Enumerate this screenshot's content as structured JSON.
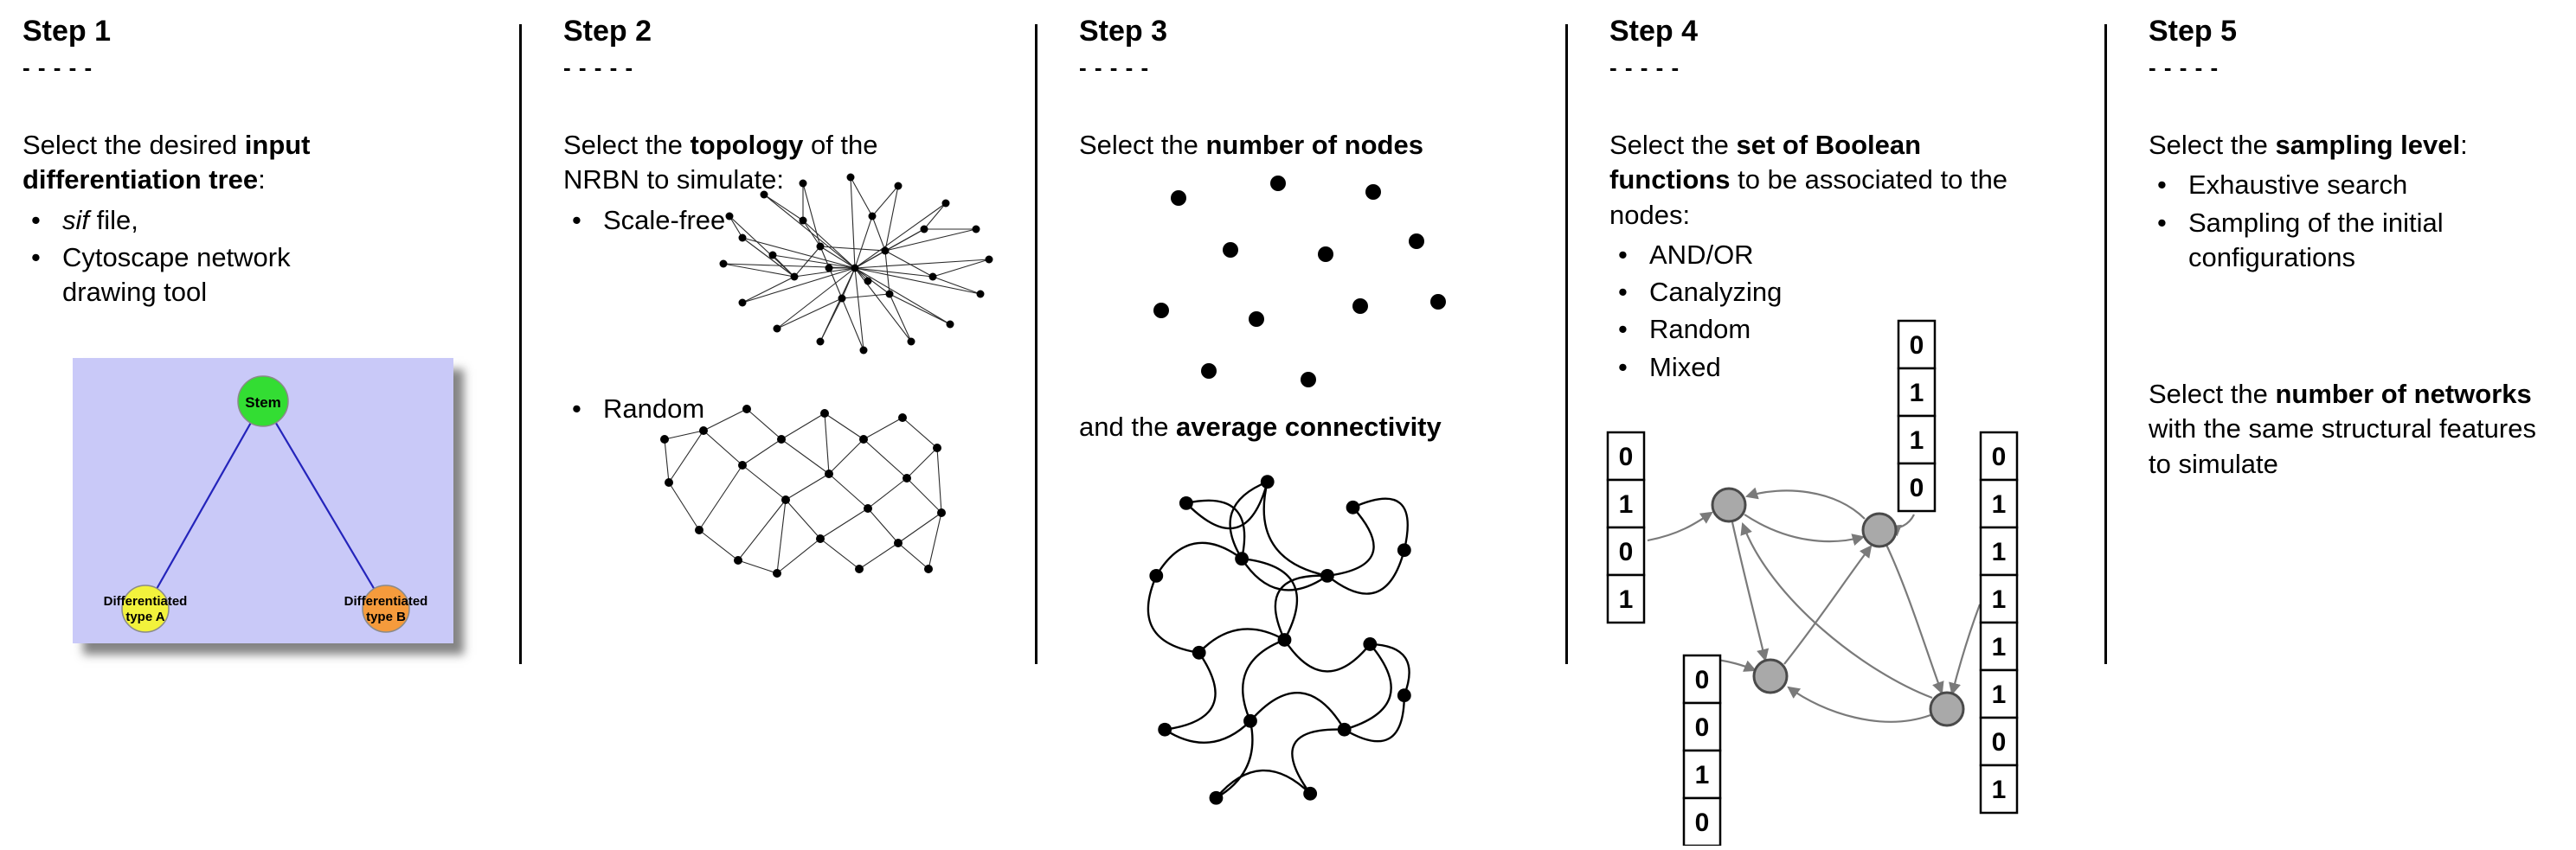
{
  "steps": [
    {
      "title": "Step 1",
      "dashes": "- - - - -",
      "intro_pre": "Select the desired ",
      "intro_bold": "input differentiation tree",
      "intro_post": ":",
      "bullets": {
        "item1_italic": "sif",
        "item1_rest": " file,",
        "item2": "Cytoscape network drawing tool"
      },
      "graphic": {
        "name": "differentiation-tree",
        "background": "#c9c9f8",
        "edge_color": "#2424bb",
        "stem": {
          "label": "Stem",
          "color": "#33dd33"
        },
        "type_a": {
          "label_line1": "Differentiated",
          "label_line2": "type A",
          "color": "#f2f23c"
        },
        "type_b": {
          "label_line1": "Differentiated",
          "label_line2": "type B",
          "color": "#f59b3c"
        }
      }
    },
    {
      "title": "Step 2",
      "dashes": "- - - - -",
      "intro_pre": "Select the ",
      "intro_bold": "topology",
      "intro_post": " of the NRBN to simulate:",
      "bullets": {
        "item1": "Scale-free",
        "item2": "Random"
      }
    },
    {
      "title": "Step 3",
      "dashes": "- - - - -",
      "intro_pre": "Select the ",
      "intro_bold": "number of nodes",
      "second_pre": "and the ",
      "second_bold": "average connectivity"
    },
    {
      "title": "Step 4",
      "dashes": "- - - - -",
      "intro_pre": "Select the ",
      "intro_bold": "set of Boolean functions",
      "intro_post": " to be associated to the nodes:",
      "bullets": {
        "item1": "AND/OR",
        "item2": "Canalyzing",
        "item3": "Random",
        "item4": "Mixed"
      },
      "graphic": {
        "name": "boolean-network",
        "node_color": "#a9a9a9",
        "edge_color": "#7a7a7a",
        "truth_tables": {
          "left": [
            "0",
            "1",
            "0",
            "1"
          ],
          "top": [
            "0",
            "1",
            "1",
            "0"
          ],
          "bottom_left": [
            "0",
            "0",
            "1",
            "0"
          ],
          "right": [
            "0",
            "1",
            "1",
            "1",
            "1",
            "1",
            "0",
            "1"
          ]
        }
      }
    },
    {
      "title": "Step 5",
      "dashes": "- - - - -",
      "intro_pre": "Select the ",
      "intro_bold": "sampling level",
      "intro_post": ":",
      "bullets": {
        "item1": "Exhaustive search",
        "item2": "Sampling of the initial configurations"
      },
      "second_pre": "Select the ",
      "second_bold": "number of networks",
      "second_post": " with the same structural features to simulate"
    }
  ]
}
